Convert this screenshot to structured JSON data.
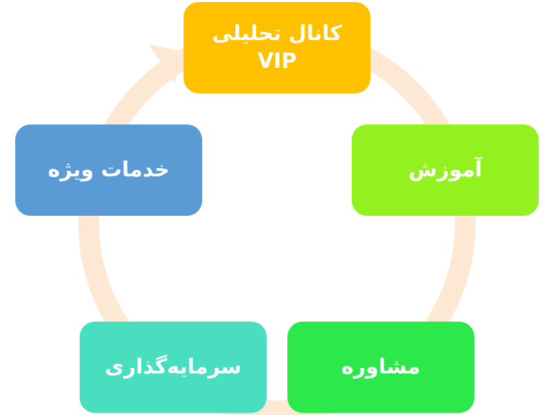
{
  "colors": {
    "ring": "#fde9d3",
    "vip": "#ffc000",
    "education": "#92f11e",
    "consulting": "#2de84a",
    "investment": "#4adec1",
    "services": "#5b9bd5"
  },
  "nodes": [
    {
      "line1": "کانال تحلیلی",
      "line2": "VIP"
    },
    {
      "label": "آموزش"
    },
    {
      "label": "مشاوره"
    },
    {
      "label": "سرمایه‌گذاری"
    },
    {
      "label": "خدمات ویژه"
    }
  ]
}
